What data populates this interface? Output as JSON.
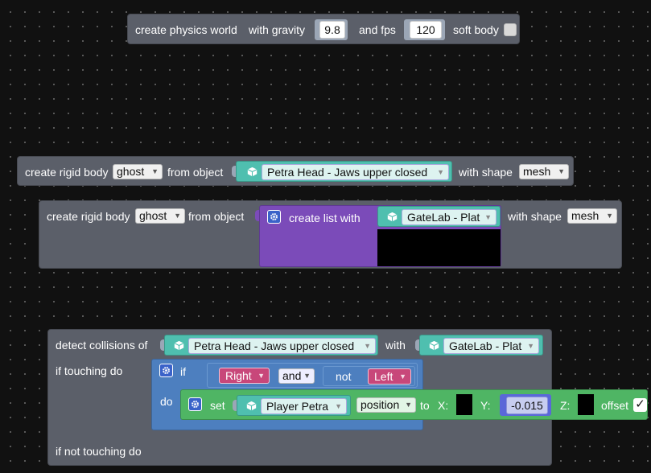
{
  "physics": {
    "label_create": "create physics world",
    "label_gravity": "with gravity",
    "gravity": "9.8",
    "label_fps": "and fps",
    "fps": "120",
    "label_soft": "soft body"
  },
  "rigid1": {
    "label_create": "create rigid body",
    "type": "ghost",
    "label_from": "from object",
    "object": "Petra Head - Jaws upper closed",
    "label_shape": "with shape",
    "shape": "mesh"
  },
  "rigid2": {
    "label_create": "create rigid body",
    "type": "ghost",
    "label_from": "from object",
    "list_label": "create list with",
    "object": "GateLab - Plat",
    "label_shape": "with shape",
    "shape": "mesh"
  },
  "collision": {
    "label_detect": "detect collisions of",
    "object1": "Petra Head - Jaws upper closed",
    "label_with": "with",
    "object2": "GateLab - Plat",
    "label_touching": "if touching do",
    "label_not_touching": "if not touching do",
    "if_label": "if",
    "cond_right": "Right",
    "op_and": "and",
    "not_label": "not",
    "cond_left": "Left",
    "do_label": "do",
    "set_label": "set",
    "target": "Player Petra",
    "property": "position",
    "to_label": "to",
    "x_label": "X:",
    "y_label": "Y:",
    "y_value": "-0.015",
    "z_label": "Z:",
    "offset_label": "offset",
    "offset_checked": "✓"
  }
}
